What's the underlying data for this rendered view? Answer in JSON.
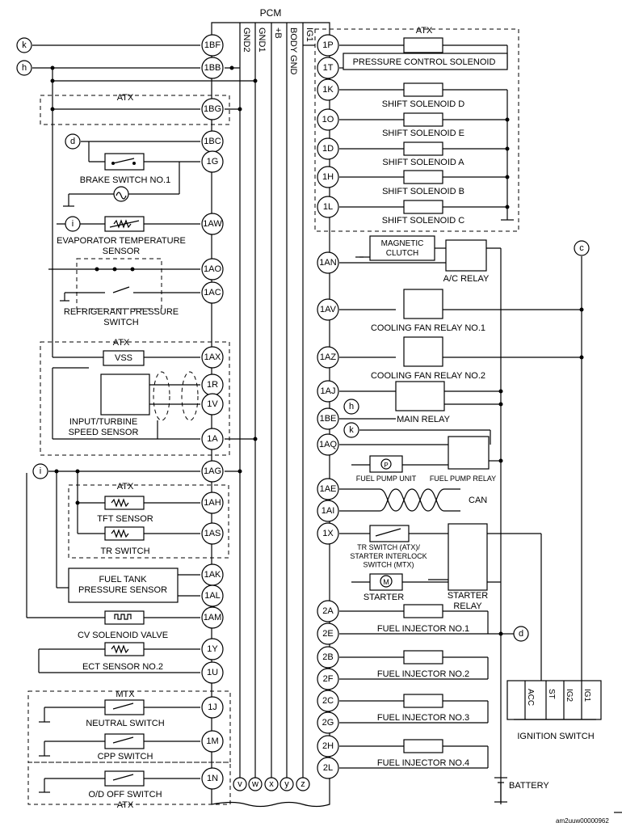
{
  "pcm": {
    "title": "PCM",
    "vertical_labels": [
      "GND2",
      "GND1",
      "+B",
      "BODY GND",
      "IG1"
    ],
    "bottom_terminals": [
      "v",
      "w",
      "x",
      "y",
      "z"
    ]
  },
  "refs": {
    "k": "k",
    "h": "h",
    "d": "d",
    "i": "i",
    "c": "c"
  },
  "left_pins": [
    "1BF",
    "1BB",
    "1BG",
    "1BC",
    "1G",
    "1AW",
    "1AO",
    "1AC",
    "1AX",
    "1R",
    "1V",
    "1A",
    "1AG",
    "1AH",
    "1AS",
    "1AK",
    "1AL",
    "1AM",
    "1Y",
    "1U",
    "1J",
    "1M",
    "1N"
  ],
  "right_pins": [
    "1P",
    "1T",
    "1K",
    "1O",
    "1D",
    "1H",
    "1L",
    "1AN",
    "1AV",
    "1AZ",
    "1AJ",
    "1BE",
    "1AQ",
    "1AE",
    "1AI",
    "1X",
    "2A",
    "2E",
    "2B",
    "2F",
    "2C",
    "2G",
    "2H",
    "2L"
  ],
  "left_components": {
    "atx_1": "ATX",
    "brake_switch": "BRAKE SWITCH NO.1",
    "evap_sensor": "EVAPORATOR TEMPERATURE\nSENSOR",
    "refrig_switch": "REFRIGERANT PRESSURE\nSWITCH",
    "atx_2": "ATX",
    "vss": "VSS",
    "turbine_sensor": "INPUT/TURBINE\nSPEED SENSOR",
    "atx_3": "ATX",
    "tft_sensor": "TFT SENSOR",
    "tr_switch": "TR SWITCH",
    "fuel_tank_sensor": "FUEL TANK\nPRESSURE SENSOR",
    "cv_valve": "CV SOLENOID VALVE",
    "ect_sensor": "ECT SENSOR NO.2",
    "mtx": "MTX",
    "neutral_switch": "NEUTRAL SWITCH",
    "cpp_switch": "CPP SWITCH",
    "od_off_switch": "O/D OFF SWITCH",
    "atx_4": "ATX"
  },
  "right_components": {
    "atx_top": "ATX",
    "pressure_solenoid": "PRESSURE CONTROL SOLENOID",
    "shift_d": "SHIFT SOLENOID D",
    "shift_e": "SHIFT SOLENOID E",
    "shift_a": "SHIFT SOLENOID A",
    "shift_b": "SHIFT SOLENOID B",
    "shift_c": "SHIFT SOLENOID C",
    "magnetic_clutch": "MAGNETIC\nCLUTCH",
    "ac_relay": "A/C RELAY",
    "cooling_fan_1": "COOLING FAN RELAY NO.1",
    "cooling_fan_2": "COOLING FAN RELAY NO.2",
    "main_relay": "MAIN RELAY",
    "fuel_pump_unit": "FUEL PUMP UNIT",
    "fuel_pump_relay": "FUEL PUMP RELAY",
    "can": "CAN",
    "tr_switch_interlock": "TR SWITCH (ATX)/\nSTARTER INTERLOCK\nSWITCH (MTX)",
    "starter": "STARTER",
    "starter_relay": "STARTER\nRELAY",
    "injector_1": "FUEL INJECTOR NO.1",
    "injector_2": "FUEL INJECTOR NO.2",
    "injector_3": "FUEL INJECTOR NO.3",
    "injector_4": "FUEL INJECTOR NO.4",
    "ignition_switch": "IGNITION SWITCH",
    "ign_terminals": [
      "ACC",
      "ST",
      "IG2",
      "IG1"
    ],
    "battery": "BATTERY",
    "motor_letter": "M",
    "pump_letter": "P"
  },
  "footer": {
    "code": "am2uuw00000962"
  }
}
